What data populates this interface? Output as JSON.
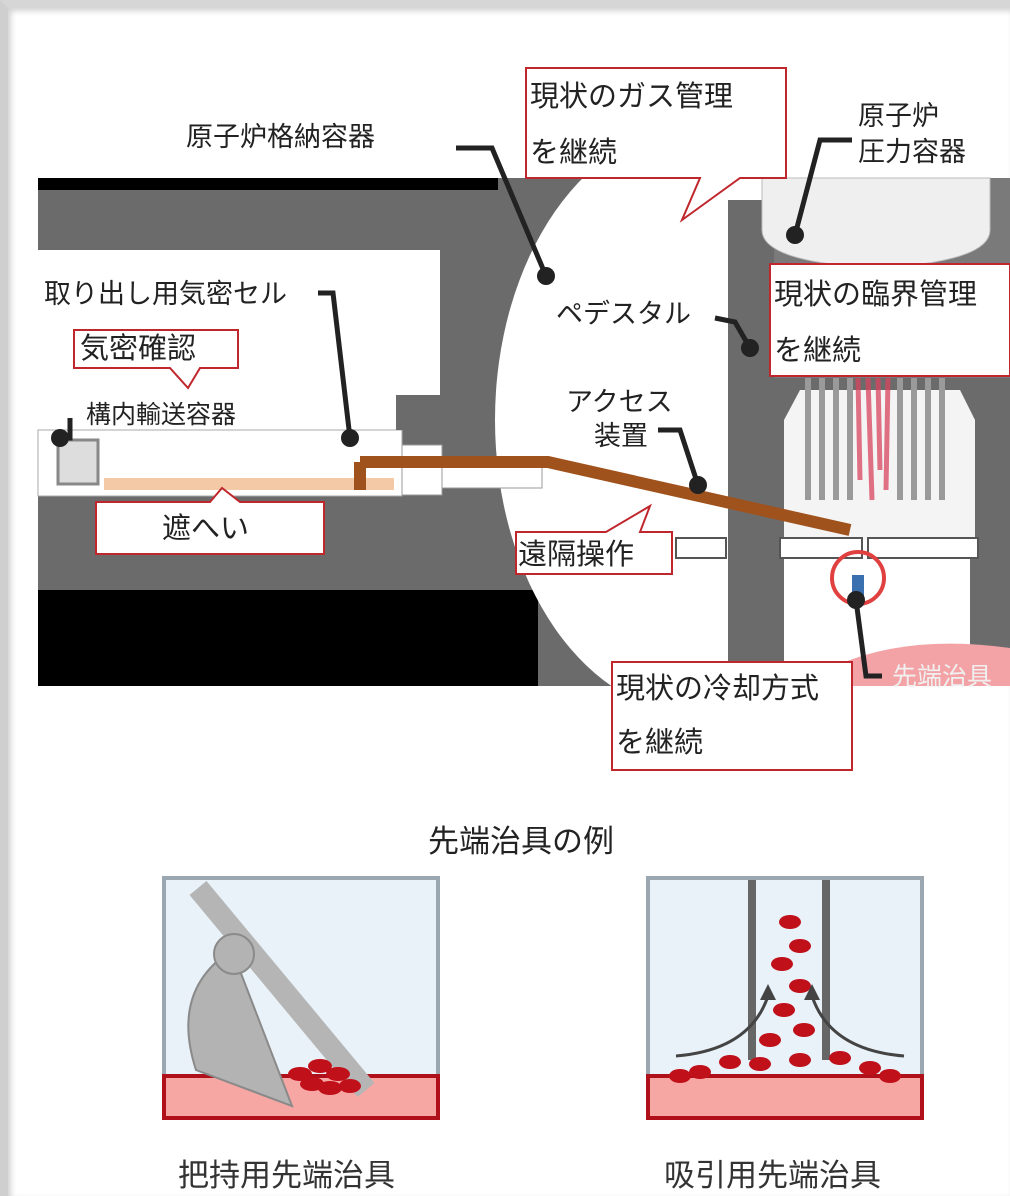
{
  "labels": {
    "containment_vessel": "原子炉格納容器",
    "pressure_vessel_line1": "原子炉",
    "pressure_vessel_line2": "圧力容器",
    "airtight_cell": "取り出し用気密セル",
    "transport_container": "構内輸送容器",
    "pedestal": "ペデスタル",
    "access_device_line1": "アクセス",
    "access_device_line2": "装置",
    "tip_tool": "先端治具"
  },
  "callouts": {
    "gas_line1": "現状のガス管理",
    "gas_line2": "を継続",
    "criticality_line1": "現状の臨界管理",
    "criticality_line2": "を継続",
    "airtight_check": "気密確認",
    "shielding": "遮へい",
    "remote_operation": "遠隔操作",
    "cooling_line1": "現状の冷却方式",
    "cooling_line2": "を継続"
  },
  "examples": {
    "title": "先端治具の例",
    "gripping_tool": "把持用先端治具",
    "suction_tool": "吸引用先端治具"
  },
  "colors": {
    "callout_border": "#c0272d",
    "structure_dark": "#6b6b6b",
    "floor_black": "#000000",
    "arm_brown": "#a0521d",
    "debris_red": "#b0101a",
    "tool_floor_pink": "#f6a7a3",
    "tool_box_fill": "#e9f2f8"
  }
}
